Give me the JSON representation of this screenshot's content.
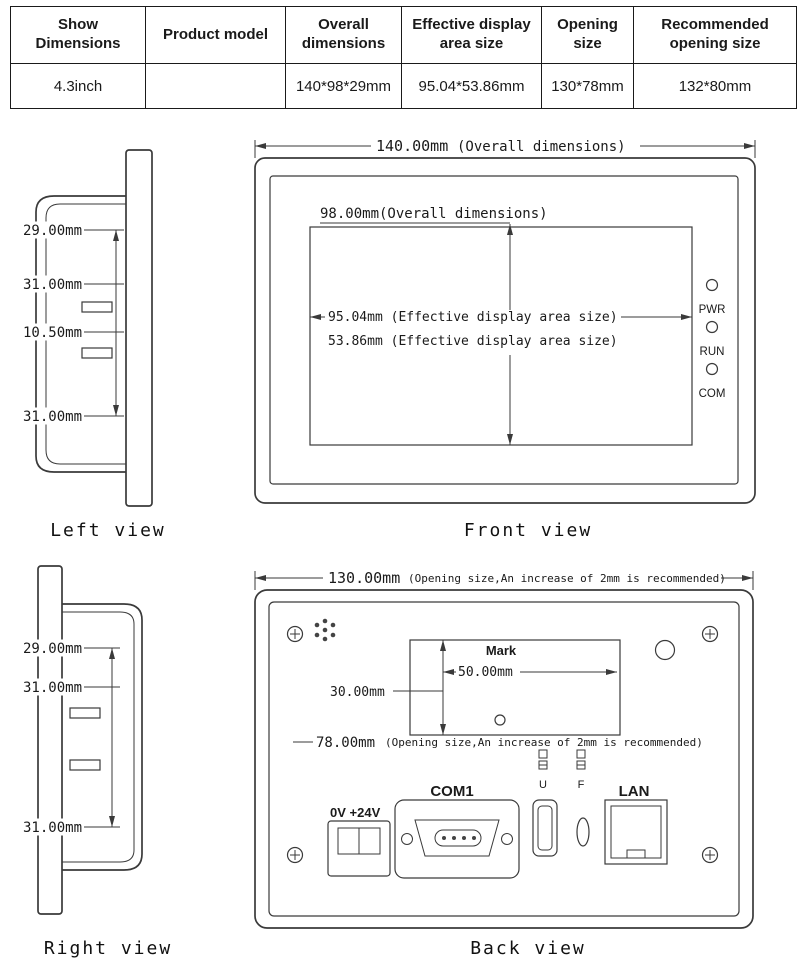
{
  "table": {
    "headers": [
      "Show Dimensions",
      "Product model",
      "Overall dimensions",
      "Effective display area size",
      "Opening size",
      "Recommended opening size"
    ],
    "row": [
      "4.3inch",
      "",
      "140*98*29mm",
      "95.04*53.86mm",
      "130*78mm",
      "132*80mm"
    ]
  },
  "left_view": {
    "caption": "Left view",
    "dim_1": "29.00mm",
    "dim_2": "31.00mm",
    "dim_3": "10.50mm",
    "dim_4": "31.00mm"
  },
  "front_view": {
    "caption": "Front view",
    "width_value": "140.00mm",
    "width_note": "(Overall dimensions)",
    "height_label": "98.00mm(Overall dimensions)",
    "display_width_label": "95.04mm (Effective display area size)",
    "display_height_label": "53.86mm (Effective display area size)",
    "led_1": "PWR",
    "led_2": "RUN",
    "led_3": "COM"
  },
  "right_view": {
    "caption": "Right view",
    "dim_1": "29.00mm",
    "dim_2": "31.00mm",
    "dim_3": "31.00mm"
  },
  "back_view": {
    "caption": "Back view",
    "width_value": "130.00mm",
    "width_note": "(Opening size,An increase of 2mm is recommended)",
    "mark_label": "Mark",
    "mark_width": "50.00mm",
    "mark_height": "30.00mm",
    "height_value": "78.00mm",
    "height_note": "(Opening size,An increase of 2mm is recommended)",
    "power_label": "0V +24V",
    "com_label": "COM1",
    "lan_label": "LAN",
    "port1_letter": "U",
    "port2_letter": "F"
  }
}
